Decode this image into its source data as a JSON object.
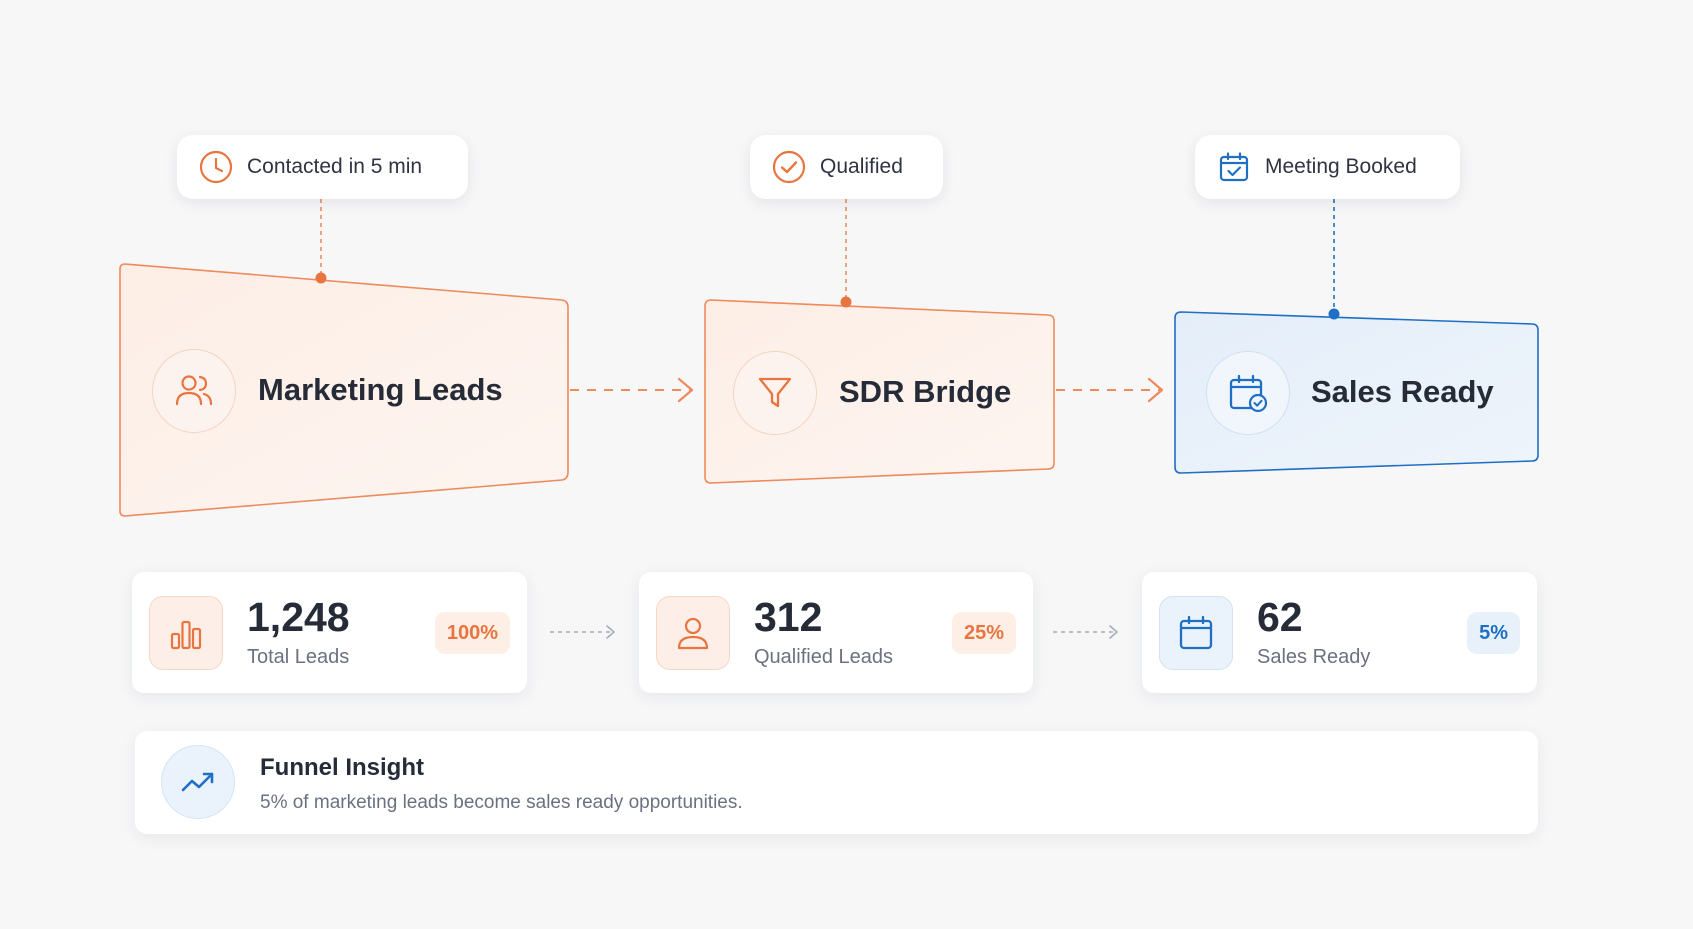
{
  "colors": {
    "accent_orange": "#e8753f",
    "accent_blue": "#1f6fc5",
    "stage_orange_fill": "#fdf0e9",
    "stage_blue_fill": "#e8f0f9"
  },
  "badges": [
    {
      "label": "Contacted in 5 min",
      "icon": "clock-icon",
      "color": "orange"
    },
    {
      "label": "Qualified",
      "icon": "check-circle-icon",
      "color": "orange"
    },
    {
      "label": "Meeting Booked",
      "icon": "calendar-check-icon",
      "color": "blue"
    }
  ],
  "stages": [
    {
      "label": "Marketing Leads",
      "icon": "users-icon",
      "color": "orange"
    },
    {
      "label": "SDR Bridge",
      "icon": "filter-icon",
      "color": "orange"
    },
    {
      "label": "Sales Ready",
      "icon": "calendar-check-icon",
      "color": "blue"
    }
  ],
  "stats": [
    {
      "value": "1,248",
      "label": "Total Leads",
      "percent": "100%",
      "icon": "bar-chart-icon",
      "color": "orange"
    },
    {
      "value": "312",
      "label": "Qualified Leads",
      "percent": "25%",
      "icon": "user-icon",
      "color": "orange"
    },
    {
      "value": "62",
      "label": "Sales Ready",
      "percent": "5%",
      "icon": "calendar-icon",
      "color": "blue"
    }
  ],
  "insight": {
    "title": "Funnel Insight",
    "text": "5% of marketing leads become sales ready opportunities.",
    "icon": "trend-up-icon"
  }
}
